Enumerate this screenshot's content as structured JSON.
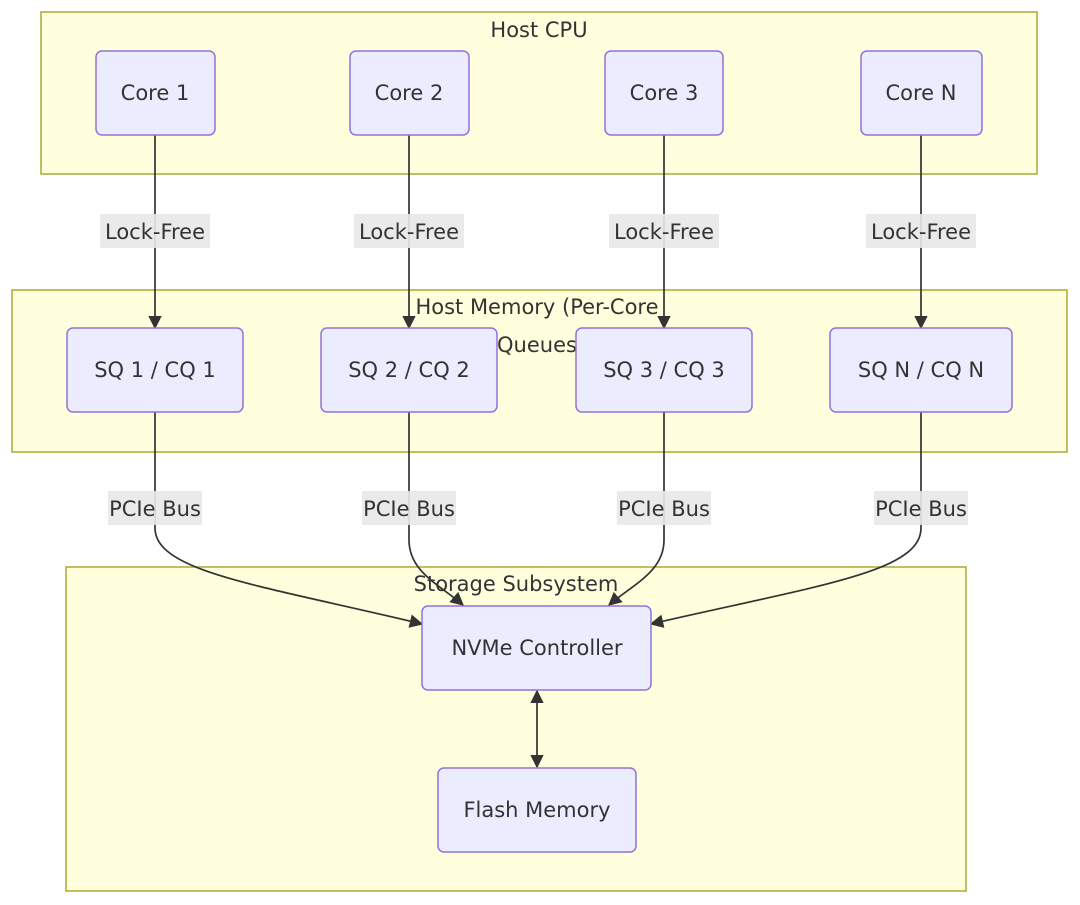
{
  "clusters": {
    "host_cpu": {
      "title": "Host CPU"
    },
    "host_memory": {
      "title_line1": "Host Memory (Per-Core",
      "title_line2": "Queues"
    },
    "storage": {
      "title": "Storage Subsystem"
    }
  },
  "nodes": {
    "core1": "Core 1",
    "core2": "Core 2",
    "core3": "Core 3",
    "coreN": "Core N",
    "sq1": "SQ 1 / CQ 1",
    "sq2": "SQ 2 / CQ 2",
    "sq3": "SQ 3 / CQ 3",
    "sqN": "SQ N / CQ N",
    "nvme": "NVMe Controller",
    "flash": "Flash Memory"
  },
  "edges": {
    "core_to_queue_label": "Lock-Free",
    "queue_to_controller_label": "PCIe Bus"
  },
  "colors": {
    "cluster_fill": "#ffffde",
    "cluster_stroke": "#aaaa33",
    "node_fill": "#ececff",
    "node_stroke": "#9370db",
    "edge": "#333333",
    "edge_label_bg": "#e8e8e8"
  }
}
